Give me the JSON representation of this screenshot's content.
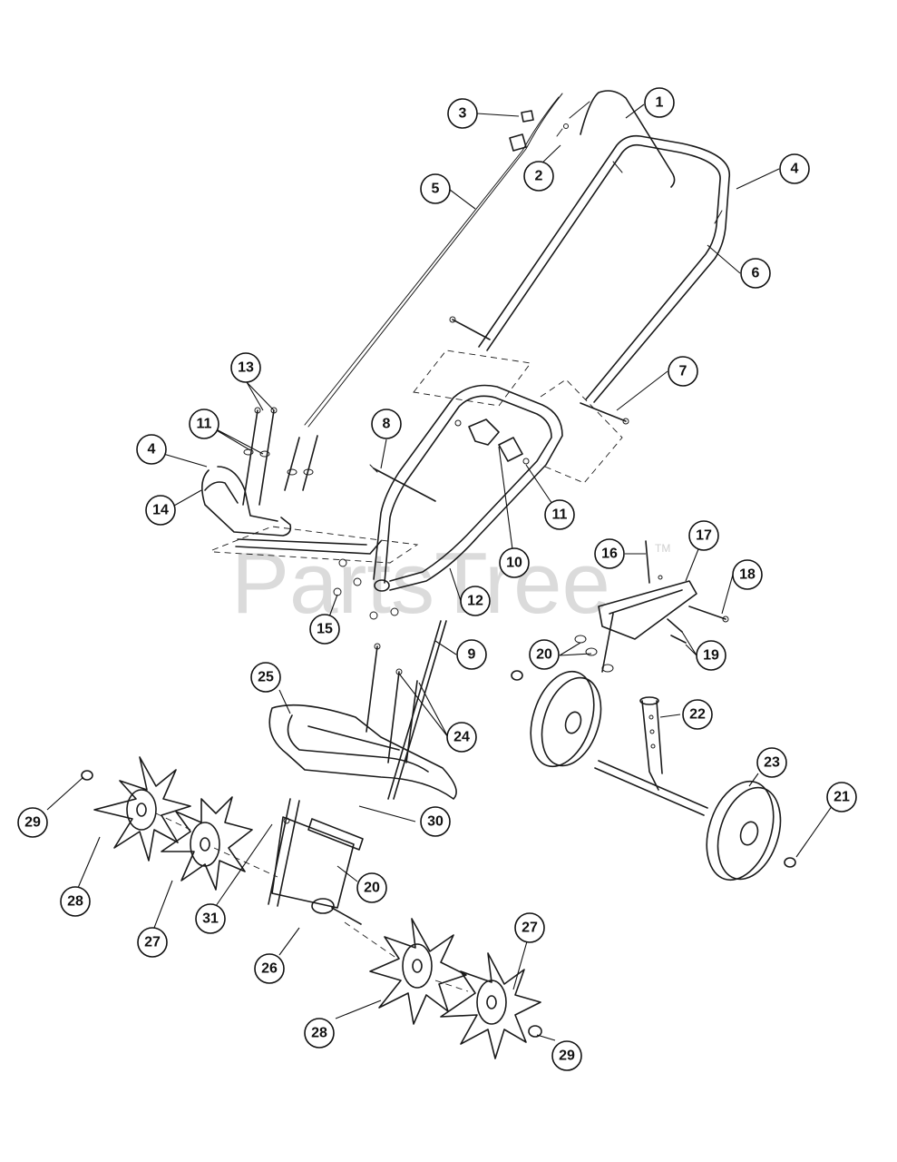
{
  "watermark": {
    "text": "PartsTree",
    "trademark": "TM"
  },
  "callouts": [
    {
      "id": "c1",
      "label": "1"
    },
    {
      "id": "c2",
      "label": "2"
    },
    {
      "id": "c3",
      "label": "3"
    },
    {
      "id": "c4a",
      "label": "4"
    },
    {
      "id": "c5",
      "label": "5"
    },
    {
      "id": "c6",
      "label": "6"
    },
    {
      "id": "c7",
      "label": "7"
    },
    {
      "id": "c13",
      "label": "13"
    },
    {
      "id": "c11a",
      "label": "11"
    },
    {
      "id": "c8",
      "label": "8"
    },
    {
      "id": "c4b",
      "label": "4"
    },
    {
      "id": "c14",
      "label": "14"
    },
    {
      "id": "c11b",
      "label": "11"
    },
    {
      "id": "c10",
      "label": "10"
    },
    {
      "id": "c16",
      "label": "16"
    },
    {
      "id": "c17",
      "label": "17"
    },
    {
      "id": "c18",
      "label": "18"
    },
    {
      "id": "c12",
      "label": "12"
    },
    {
      "id": "c15",
      "label": "15"
    },
    {
      "id": "c9",
      "label": "9"
    },
    {
      "id": "c20a",
      "label": "20"
    },
    {
      "id": "c19",
      "label": "19"
    },
    {
      "id": "c25",
      "label": "25"
    },
    {
      "id": "c24",
      "label": "24"
    },
    {
      "id": "c22",
      "label": "22"
    },
    {
      "id": "c23",
      "label": "23"
    },
    {
      "id": "c21",
      "label": "21"
    },
    {
      "id": "c29a",
      "label": "29"
    },
    {
      "id": "c30",
      "label": "30"
    },
    {
      "id": "c20b",
      "label": "20"
    },
    {
      "id": "c28a",
      "label": "28"
    },
    {
      "id": "c31",
      "label": "31"
    },
    {
      "id": "c27a",
      "label": "27"
    },
    {
      "id": "c27b",
      "label": "27"
    },
    {
      "id": "c26",
      "label": "26"
    },
    {
      "id": "c28b",
      "label": "28"
    },
    {
      "id": "c29b",
      "label": "29"
    }
  ]
}
